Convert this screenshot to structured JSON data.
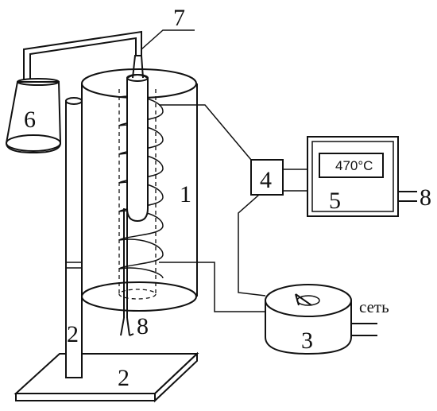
{
  "labels": {
    "furnace": "1",
    "stand_vertical": "2",
    "stand_base": "2",
    "transformer": "3",
    "relay_box": "4",
    "controller": "5",
    "flask": "6",
    "reactor_tube": "7",
    "thermocouple_bottom": "8",
    "thermocouple_right": "8"
  },
  "display": {
    "value": "470",
    "unit": "°C"
  },
  "mains_label": "сеть"
}
